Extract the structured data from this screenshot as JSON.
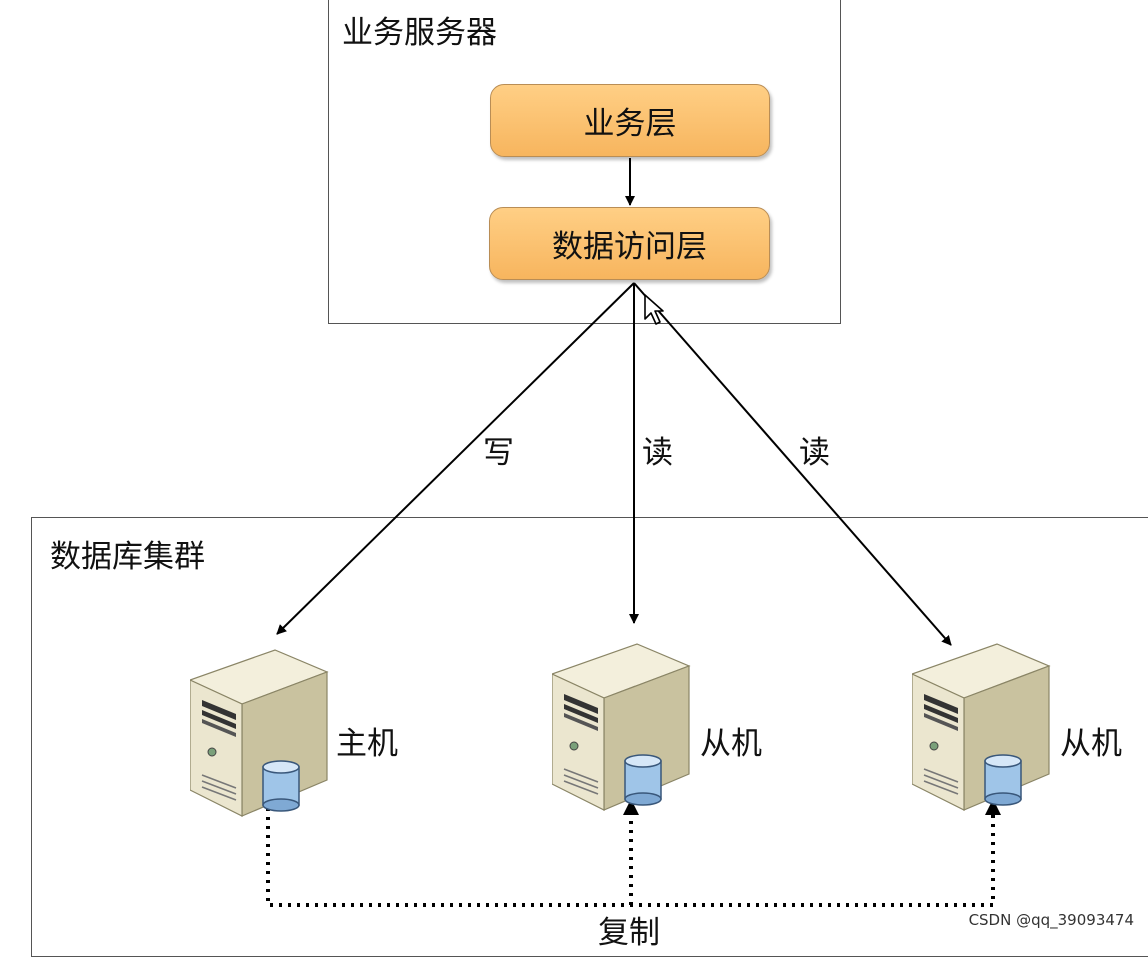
{
  "app_server": {
    "title": "业务服务器",
    "business_layer": "业务层",
    "data_access_layer": "数据访问层"
  },
  "edges": {
    "write": "写",
    "read_1": "读",
    "read_2": "读",
    "replicate": "复制"
  },
  "db_cluster": {
    "title": "数据库集群",
    "servers": [
      {
        "label": "主机",
        "icon": "server-icon"
      },
      {
        "label": "从机",
        "icon": "server-icon"
      },
      {
        "label": "从机",
        "icon": "server-icon"
      }
    ]
  },
  "cursor": {
    "icon": "mouse-cursor-icon"
  },
  "watermark": "CSDN @qq_39093474"
}
